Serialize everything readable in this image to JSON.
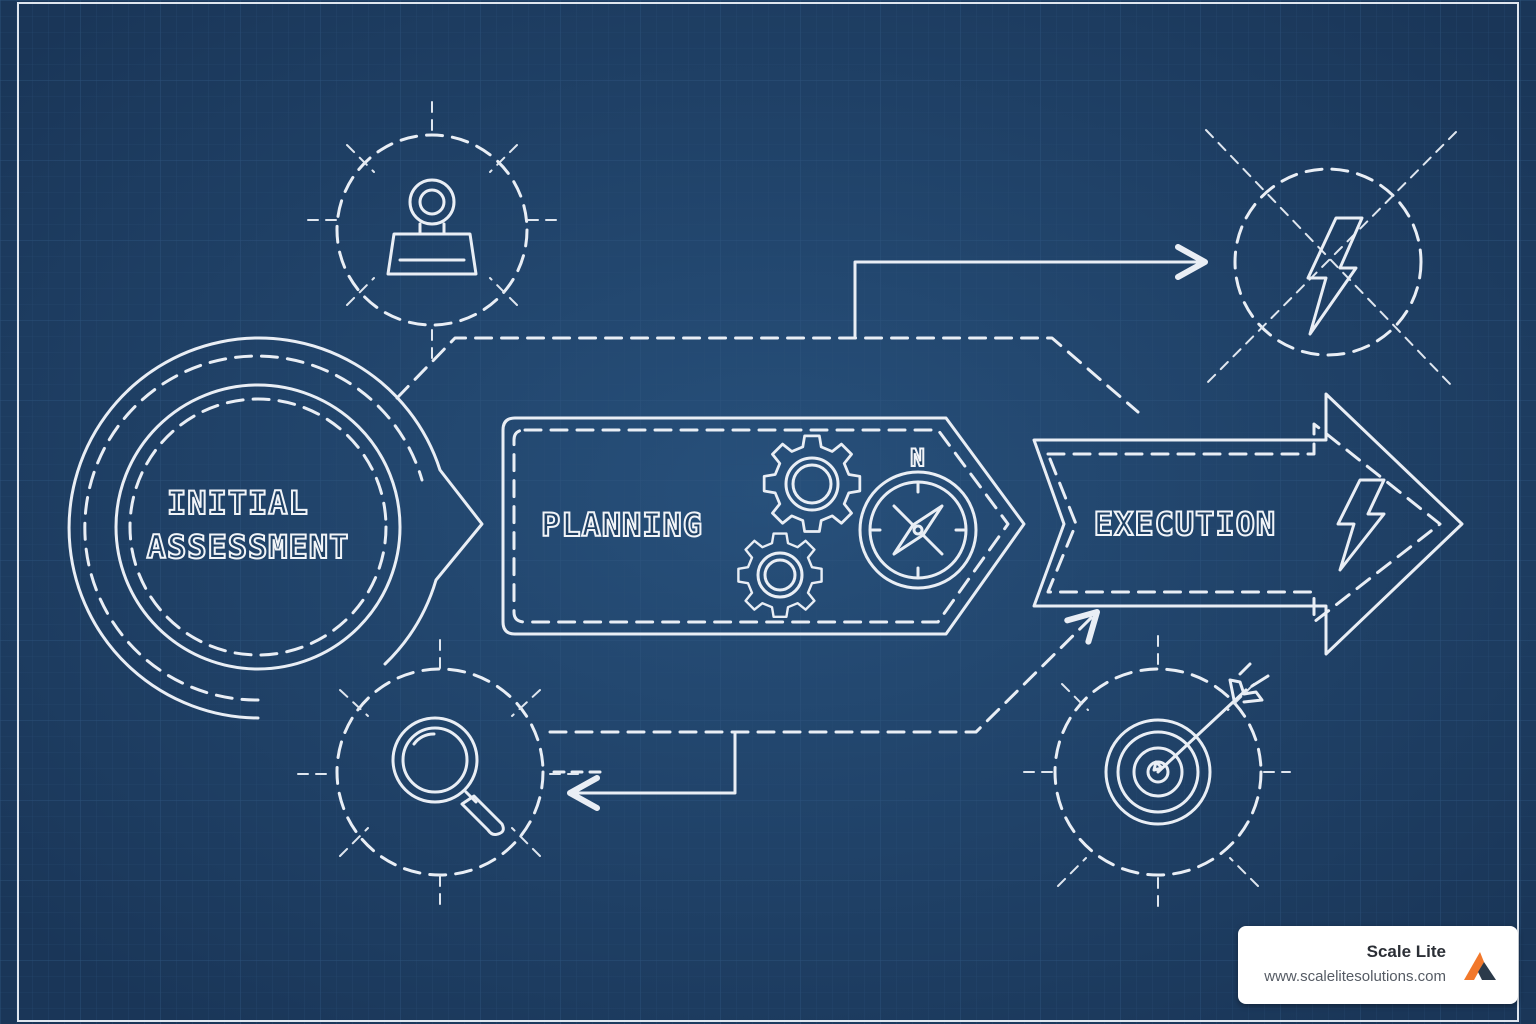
{
  "diagram": {
    "stages": [
      {
        "id": "assessment",
        "lines": [
          "INITIAL",
          "ASSESSMENT"
        ]
      },
      {
        "id": "planning",
        "lines": [
          "PLANNING"
        ]
      },
      {
        "id": "execution",
        "lines": [
          "EXECUTION"
        ]
      }
    ],
    "compass_letter": "N",
    "icons": [
      "stamp-icon",
      "lightning-icon",
      "magnifier-icon",
      "target-icon",
      "gear-icon",
      "compass-icon"
    ]
  },
  "colors": {
    "background": "#1e3f63",
    "line": "#e9eef5",
    "grid": "#2a4e76",
    "logo_orange": "#f2782b",
    "logo_dark": "#2b3a4a"
  },
  "badge": {
    "title": "Scale Lite",
    "url": "www.scalelitesolutions.com"
  }
}
